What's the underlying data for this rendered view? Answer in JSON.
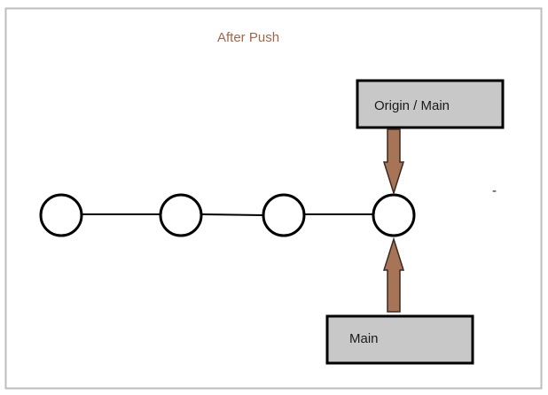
{
  "title": "After Push",
  "colors": {
    "title": "#a0674a",
    "box_fill": "#c8c8c8",
    "arrow_fill": "#a87458",
    "stroke": "#000000",
    "frame": "#bdbdbd"
  },
  "commits": [
    {
      "id": "c1"
    },
    {
      "id": "c2"
    },
    {
      "id": "c3"
    },
    {
      "id": "c4"
    }
  ],
  "refs": {
    "remote": {
      "label": "Origin / Main",
      "points_to": "c4"
    },
    "local": {
      "label": "Main",
      "points_to": "c4"
    }
  },
  "stray_mark": "-"
}
